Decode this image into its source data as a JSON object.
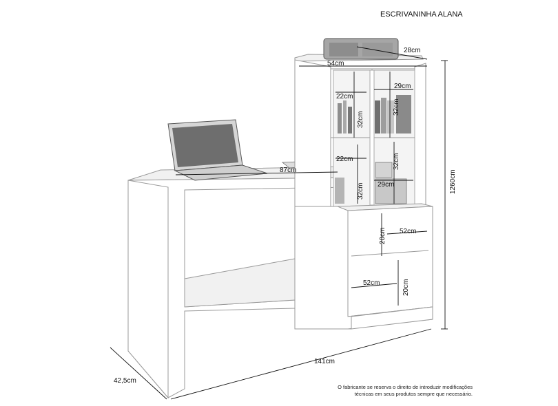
{
  "title": "ESCRIVANINHA ALANA",
  "dimensions": {
    "top_depth": "28cm",
    "top_width": "54cm",
    "niche_width_top": "29cm",
    "niche_width_bottom": "29cm",
    "niche_depth_1": "22cm",
    "niche_depth_2": "22cm",
    "niche_height_1": "32cm",
    "niche_height_2": "32cm",
    "niche_height_3": "32cm",
    "niche_height_4": "32cm",
    "desk_width": "87cm",
    "total_height": "1260cm",
    "drawer_width_1": "52cm",
    "drawer_width_2": "52cm",
    "drawer_height_1": "20cm",
    "drawer_height_2": "20cm",
    "total_width": "141cm",
    "total_depth": "42,5cm"
  },
  "note": {
    "line1": "O fabricante se reserva o direito de introduzir modificações",
    "line2": "técnicas em seus produtos sempre que necessário."
  }
}
